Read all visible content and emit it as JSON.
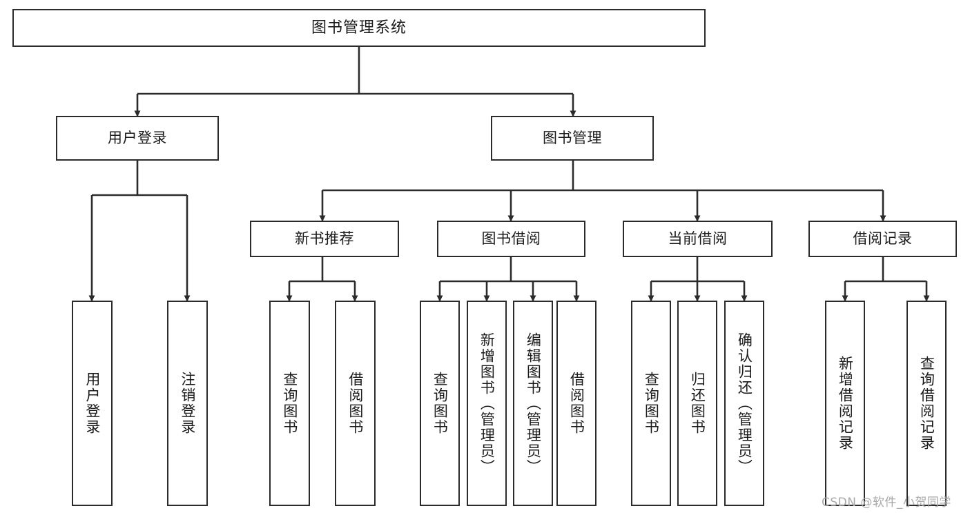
{
  "diagram": {
    "type": "tree",
    "title": "图书管理系统",
    "colors": {
      "border": "#2b2b2b",
      "background": "#ffffff",
      "text": "#1a1a1a",
      "watermark": "#a9a9a9"
    },
    "watermark": "CSDN @软件_小贺同学",
    "nodes": {
      "root": "图书管理系统",
      "level2": {
        "user_login": "用户登录",
        "book_manage": "图书管理"
      },
      "level3": {
        "new_book_recommend": "新书推荐",
        "book_borrow": "图书借阅",
        "current_borrow": "当前借阅",
        "borrow_record": "借阅记录"
      },
      "leaves": {
        "user_login_1": "用户登录",
        "user_login_2": "注销登录",
        "recommend_1": "查询图书",
        "recommend_2": "借阅图书",
        "borrow_1": "查询图书",
        "borrow_2": "新增图书（管理员）",
        "borrow_3": "编辑图书（管理员）",
        "borrow_4": "借阅图书",
        "current_1": "查询图书",
        "current_2": "归还图书",
        "current_3": "确认归还（管理员）",
        "record_1": "新增借阅记录",
        "record_2": "查询借阅记录"
      }
    }
  }
}
